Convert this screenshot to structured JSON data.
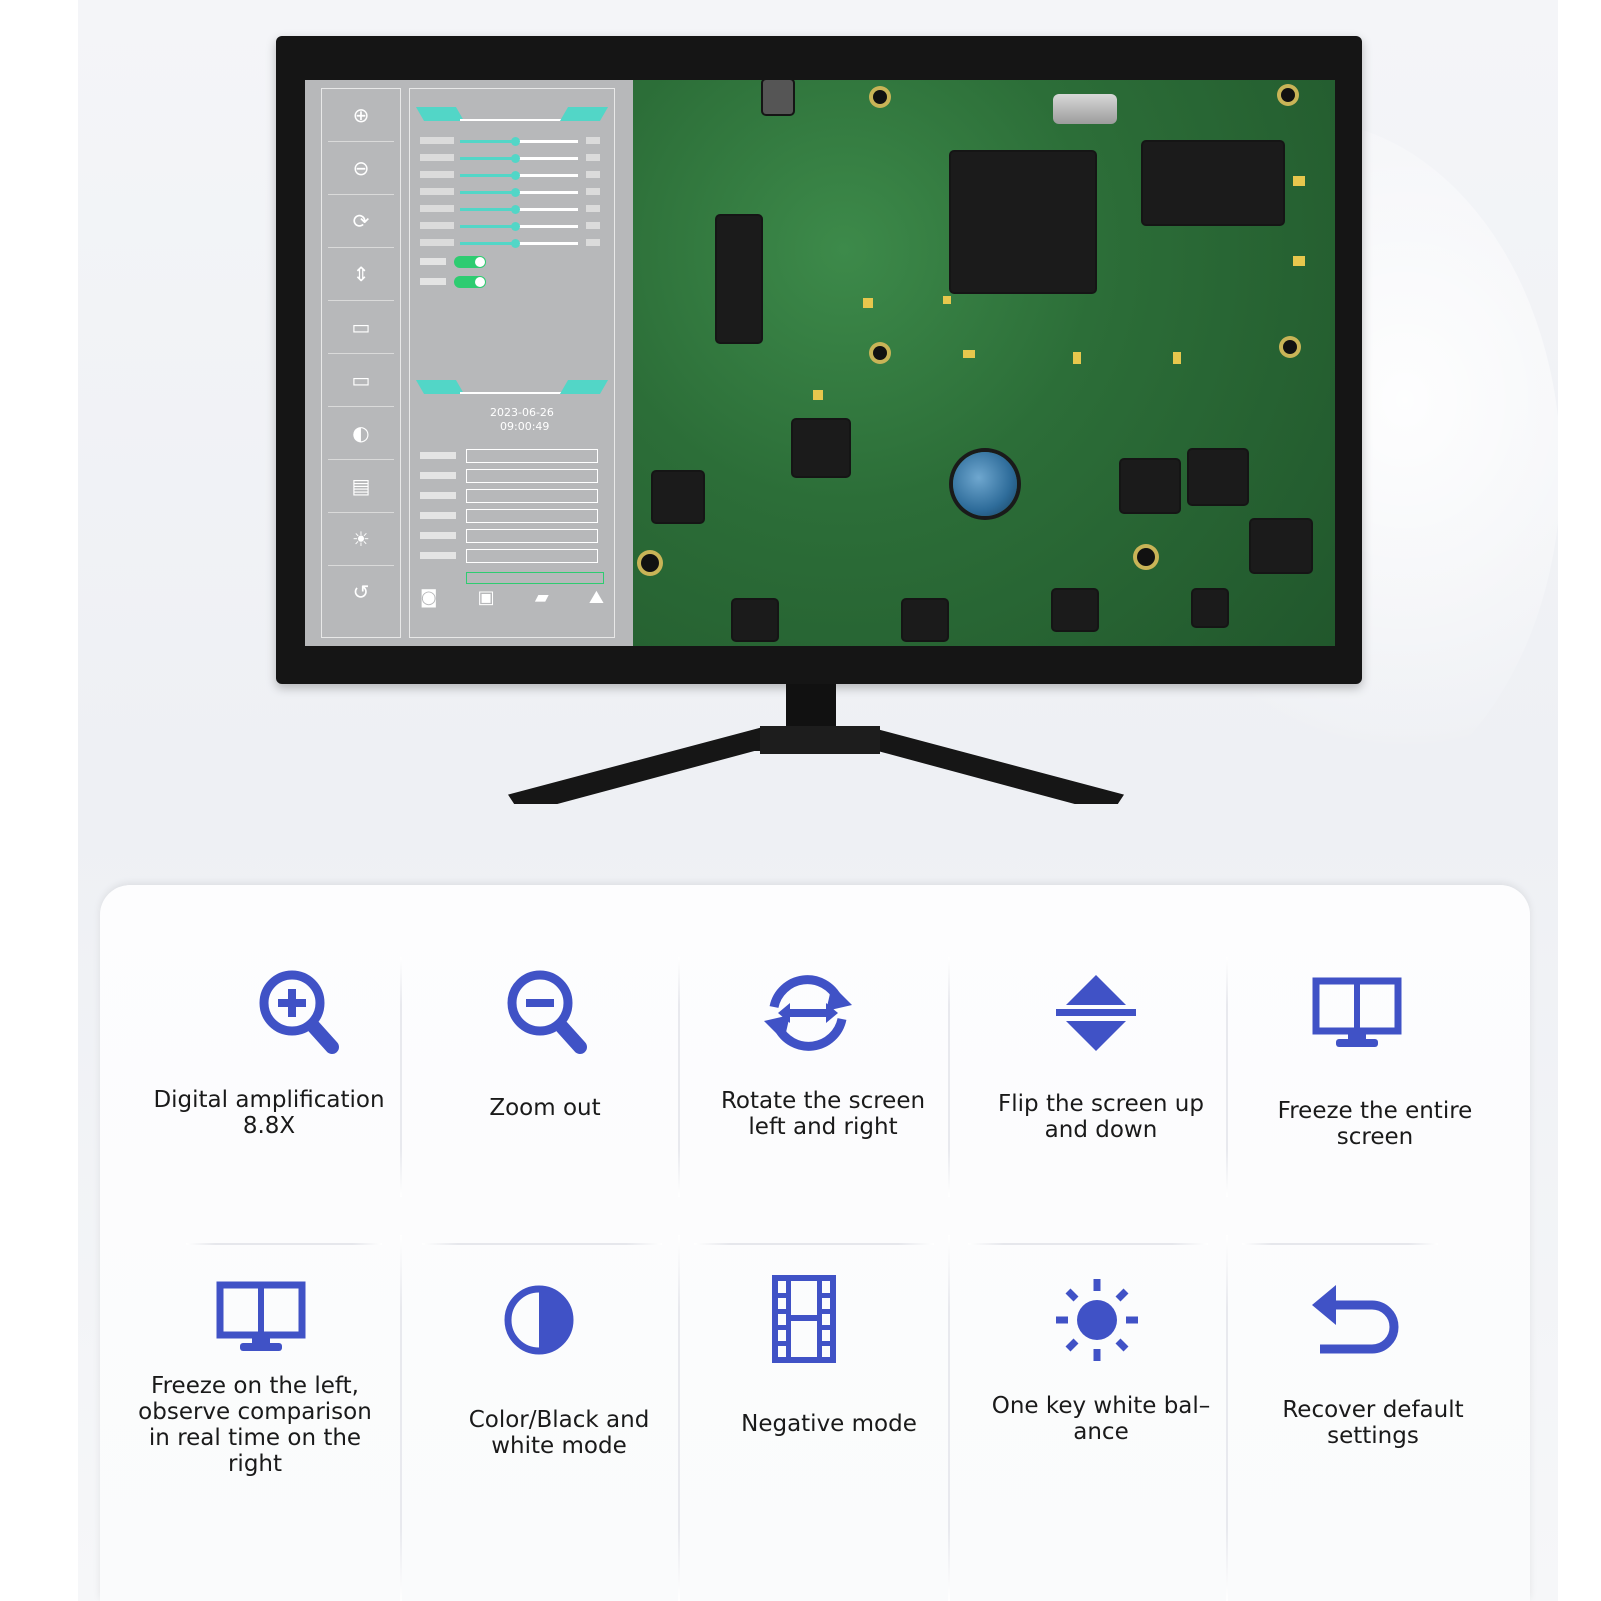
{
  "colors": {
    "accent": "#4052c6",
    "screen_teal": "#52d6c7",
    "toggle_green": "#2ecc71"
  },
  "monitor_ui": {
    "date": "2023-06-26",
    "time": "09:00:49",
    "sidebar_icons": [
      "zoom-in-icon",
      "zoom-out-icon",
      "rotate-icon",
      "flip-icon",
      "freeze-icon",
      "freeze-left-icon",
      "contrast-icon",
      "film-icon",
      "sun-icon",
      "undo-icon"
    ],
    "bottom_icons": [
      "camera-icon",
      "video-icon",
      "folder-icon",
      "chart-icon"
    ]
  },
  "features": [
    {
      "icon": "zoom-in-icon",
      "label": "Digital amplification\n8.8X"
    },
    {
      "icon": "zoom-out-icon",
      "label": "Zoom out"
    },
    {
      "icon": "rotate-icon",
      "label": "Rotate the screen\nleft and right"
    },
    {
      "icon": "flip-vertical-icon",
      "label": "Flip the screen up\nand down"
    },
    {
      "icon": "monitor-icon",
      "label": "Freeze the entire\nscreen"
    },
    {
      "icon": "monitor-split-icon",
      "label": "Freeze on the left,\nobserve comparison\nin real time on the\nright"
    },
    {
      "icon": "half-circle-icon",
      "label": "Color/Black and\nwhite mode"
    },
    {
      "icon": "film-strip-icon",
      "label": "Negative mode"
    },
    {
      "icon": "sun-icon",
      "label": "One key white bal–\nance"
    },
    {
      "icon": "undo-arrow-icon",
      "label": "Recover default\nsettings"
    }
  ]
}
